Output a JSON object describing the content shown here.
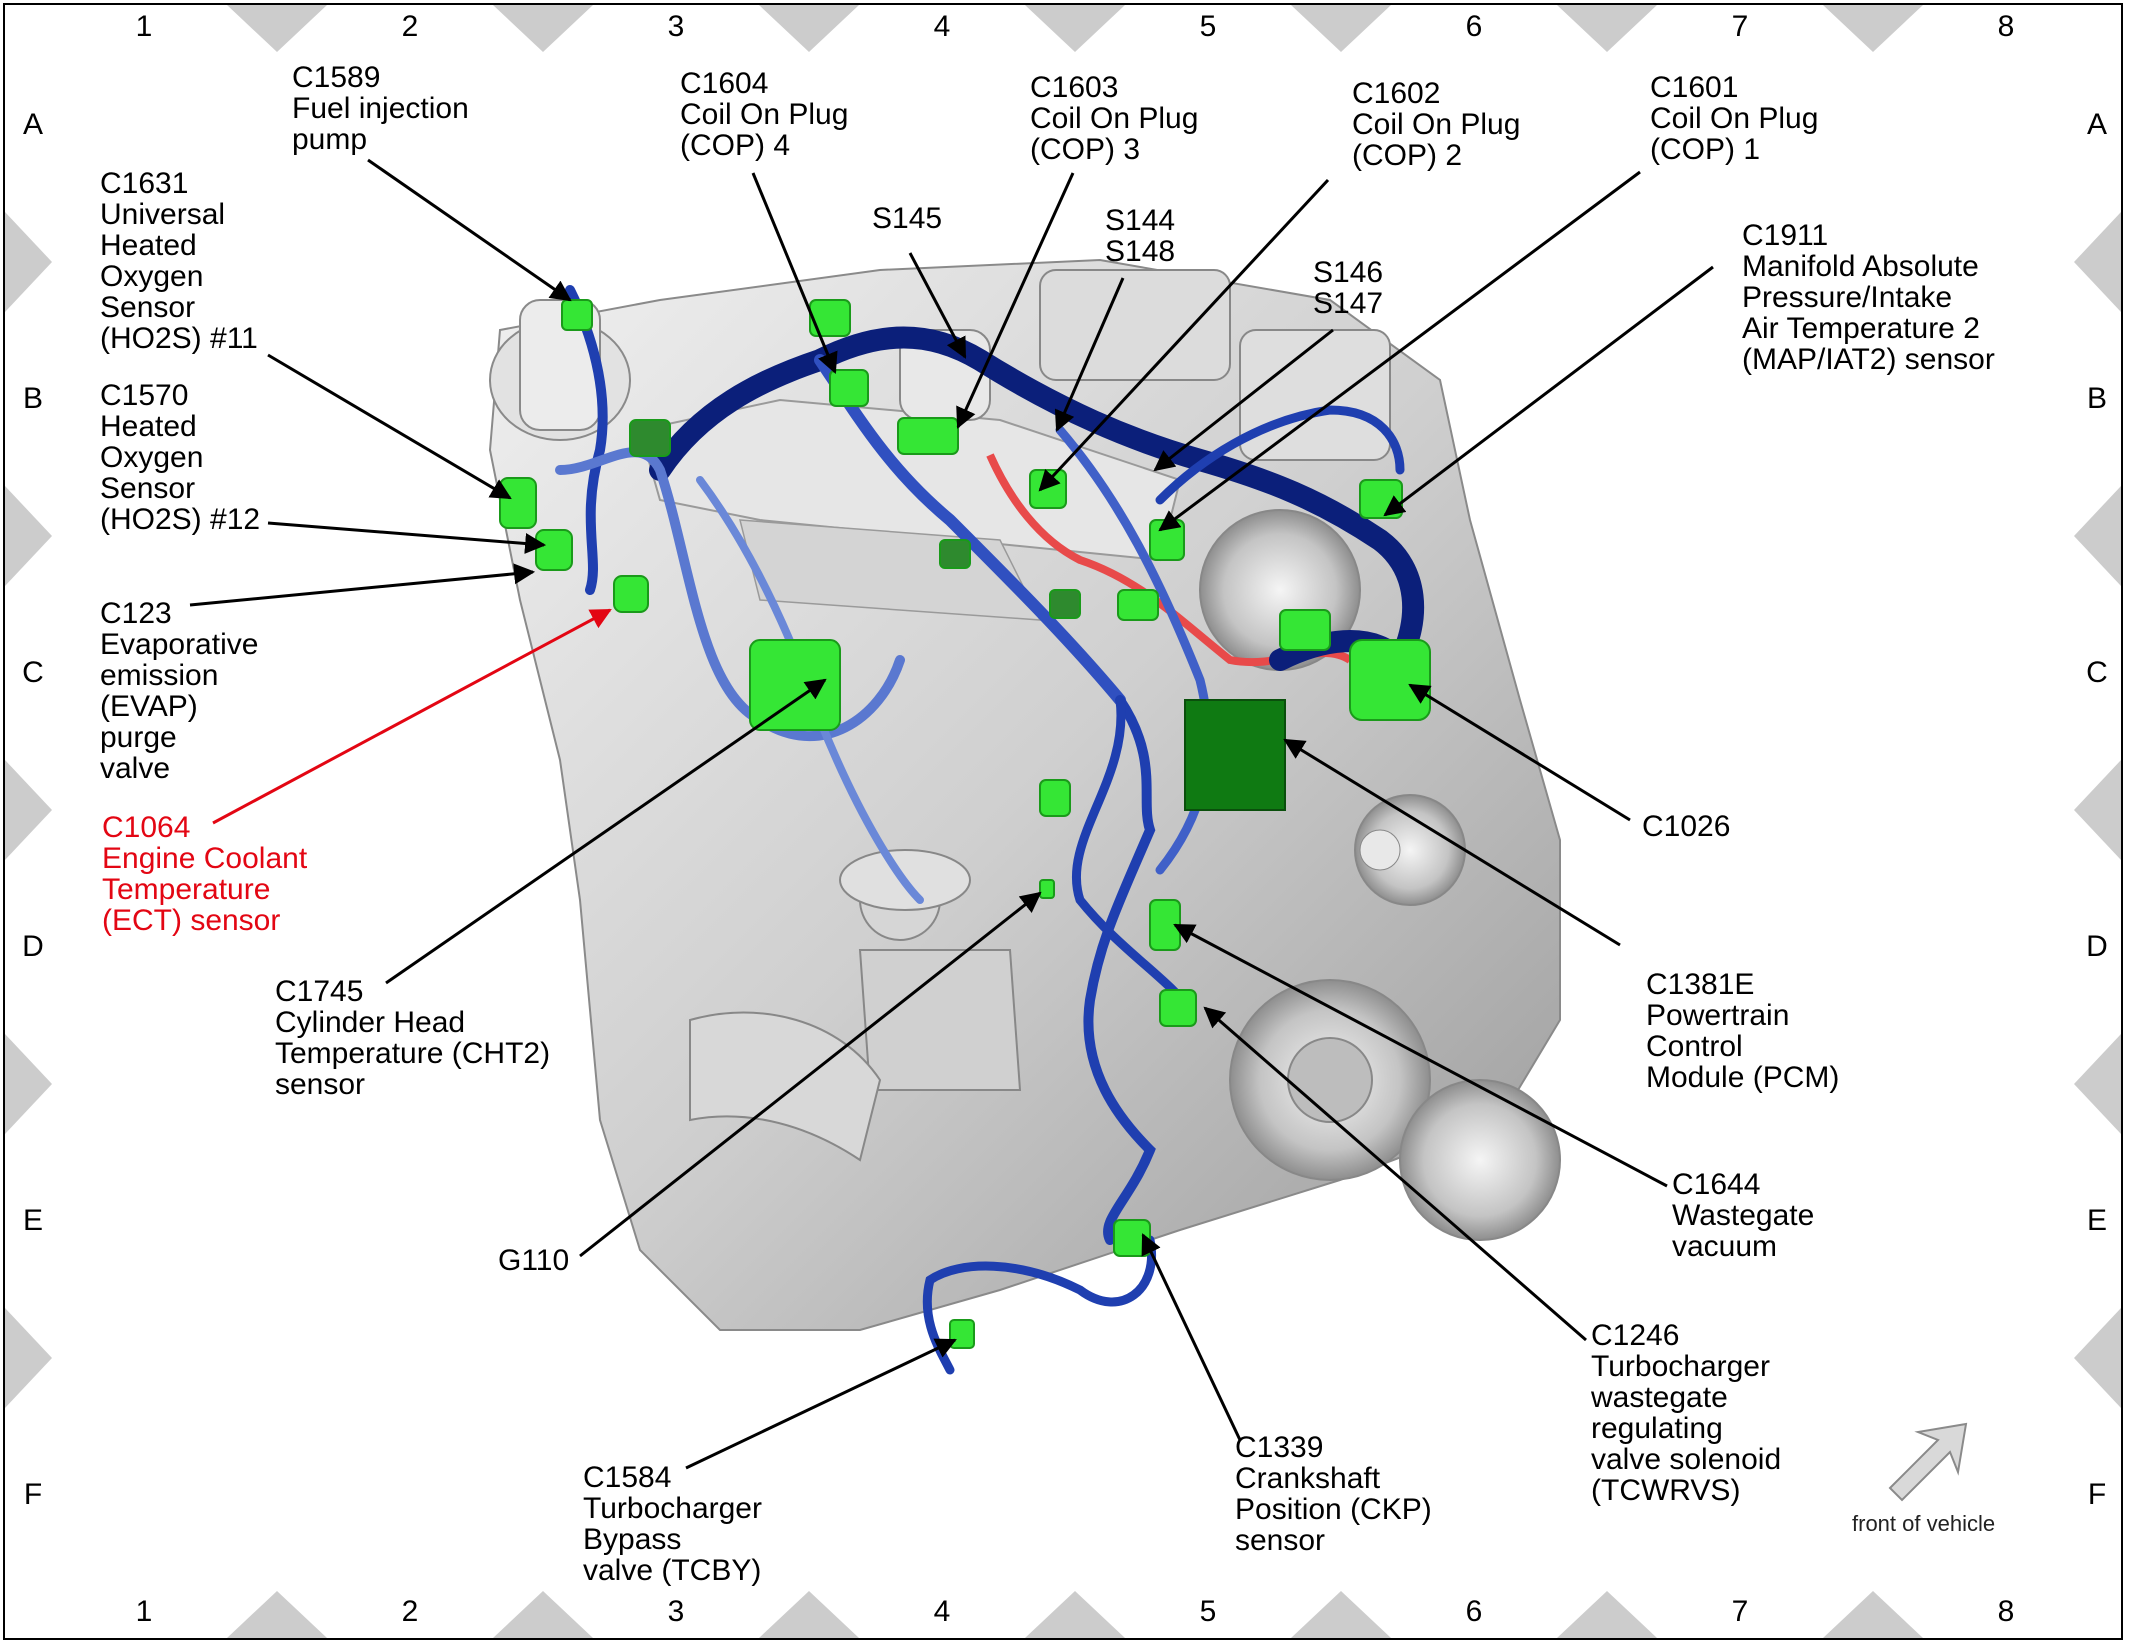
{
  "grid": {
    "columns": [
      "1",
      "2",
      "3",
      "4",
      "5",
      "6",
      "7",
      "8"
    ],
    "rows": [
      "A",
      "B",
      "C",
      "D",
      "E",
      "F"
    ]
  },
  "callouts": [
    {
      "id": "c1589",
      "text": "C1589\nFuel injection\npump"
    },
    {
      "id": "c1631",
      "text": "C1631\nUniversal\nHeated\nOxygen\nSensor\n(HO2S) #11"
    },
    {
      "id": "c1570",
      "text": "C1570\nHeated\nOxygen\nSensor\n(HO2S) #12"
    },
    {
      "id": "c123",
      "text": "C123\nEvaporative\nemission\n(EVAP)\npurge\nvalve"
    },
    {
      "id": "c1064",
      "text": "C1064\nEngine Coolant\nTemperature\n(ECT) sensor",
      "highlight": true
    },
    {
      "id": "c1745",
      "text": "C1745\nCylinder Head\nTemperature (CHT2)\nsensor"
    },
    {
      "id": "g110",
      "text": "G110"
    },
    {
      "id": "c1584",
      "text": "C1584\nTurbocharger\nBypass\nvalve (TCBY)"
    },
    {
      "id": "c1604",
      "text": "C1604\nCoil On Plug\n(COP) 4"
    },
    {
      "id": "s145",
      "text": "S145"
    },
    {
      "id": "c1603",
      "text": "C1603\nCoil On Plug\n(COP) 3"
    },
    {
      "id": "s144",
      "text": "S144\nS148"
    },
    {
      "id": "c1602",
      "text": "C1602\nCoil On Plug\n(COP) 2"
    },
    {
      "id": "s146",
      "text": "S146\nS147"
    },
    {
      "id": "c1601",
      "text": "C1601\nCoil On Plug\n(COP) 1"
    },
    {
      "id": "c1911",
      "text": "C1911\nManifold Absolute\nPressure/Intake\nAir Temperature 2\n(MAP/IAT2) sensor"
    },
    {
      "id": "c1026",
      "text": "C1026"
    },
    {
      "id": "c1381e",
      "text": "C1381E\nPowertrain\nControl\nModule (PCM)"
    },
    {
      "id": "c1644",
      "text": "C1644\nWastegate\nvacuum"
    },
    {
      "id": "c1246",
      "text": "C1246\nTurbocharger\nwastegate\nregulating\nvalve solenoid\n(TCWRVS)"
    },
    {
      "id": "c1339",
      "text": "C1339\nCrankshaft\nPosition (CKP)\nsensor"
    }
  ],
  "orientation_label": "front of vehicle",
  "colors": {
    "highlight": "#e30613",
    "harness": "#1f3fb0",
    "harness_dark": "#0b1f7a",
    "connector": "#35e635",
    "connector_dark": "#1a9a1a",
    "ect_circuit": "#e84a4a",
    "engine": "#cfcfcf",
    "tab": "#cccccc"
  }
}
